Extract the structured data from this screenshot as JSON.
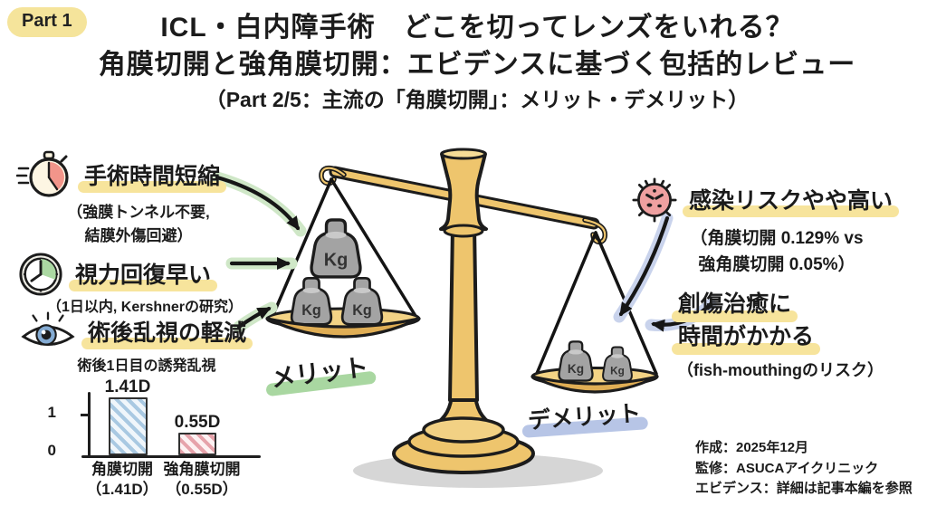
{
  "badge": {
    "label": "Part 1"
  },
  "title": {
    "line1": "ICL・白内障手術　どこを切ってレンズをいれる？",
    "line2": "角膜切開と強角膜切開：エビデンスに基づく包括的レビュー",
    "line3": "（Part 2/5：主流の「角膜切開」：メリット・デメリット）"
  },
  "merits": {
    "pan_label": "メリット",
    "items": [
      {
        "icon": "stopwatch-icon",
        "heading": "手術時間短縮",
        "notes": [
          "（強膜トンネル不要,",
          "結膜外傷回避）"
        ]
      },
      {
        "icon": "clock-icon",
        "heading": "視力回復早い",
        "notes": [
          "（1日以内, Kershnerの研究）"
        ]
      },
      {
        "icon": "eye-icon",
        "heading": "術後乱視の軽減",
        "notes": []
      }
    ]
  },
  "demerits": {
    "pan_label": "デメリット",
    "items": [
      {
        "icon": "virus-icon",
        "heading": "感染リスクやや高い",
        "notes": [
          "（角膜切開 0.129% vs",
          "強角膜切開 0.05%）"
        ]
      },
      {
        "icon": "none",
        "heading_lines": [
          "創傷治癒に",
          "時間がかかる"
        ],
        "notes": [
          "（fish-mouthingのリスク）"
        ]
      }
    ]
  },
  "scale": {
    "weight_unit": "Kg",
    "left_pan_weights": 3,
    "right_pan_weights": 2
  },
  "chart_data": {
    "type": "bar",
    "title": "術後1日目の誘発乱視",
    "categories": [
      "角膜切開",
      "強角膜切開"
    ],
    "category_sublabels": [
      "（1.41D）",
      "（0.55D）"
    ],
    "values": [
      1.41,
      0.55
    ],
    "bar_labels": [
      "1.41D",
      "0.55D"
    ],
    "yticks": [
      0,
      1
    ],
    "ylim": [
      0,
      1.6
    ],
    "bar_colors": [
      "#a9c9e2",
      "#e6a3ab"
    ],
    "grid": false,
    "legend": "none"
  },
  "footer": {
    "lines": [
      "作成：2025年12月",
      "監修：ASUCAアイクリニック",
      "エビデンス：詳細は記事本編を参照"
    ]
  },
  "colors": {
    "highlight_yellow": "#f7e49c",
    "merit_green": "#a9d7a1",
    "demerit_blue": "#b7c5e6",
    "scale_gold": "#eec56d",
    "arrow_green_halo": "#cfe7c7",
    "arrow_blue_halo": "#c9d3ec"
  }
}
